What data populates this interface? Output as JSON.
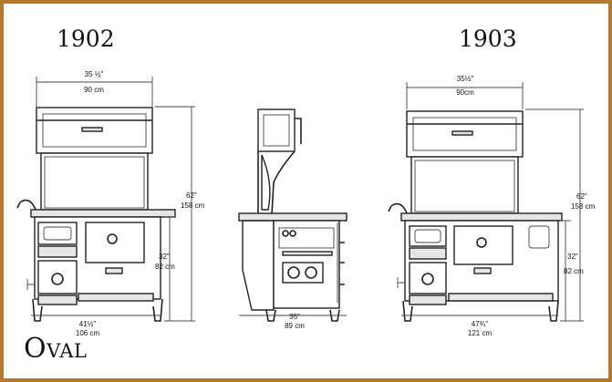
{
  "labels": {
    "year_left": "1902",
    "year_right": "1903",
    "brand_first": "O",
    "brand_rest": "val"
  },
  "dimensions": {
    "left_width_top_in": "35 ½\"",
    "left_width_top_cm": "90 cm",
    "left_height_total_in": "62\"",
    "left_height_total_cm": "158 cm",
    "left_height_body_in": "32\"",
    "left_height_body_cm": "82 cm",
    "left_width_bottom_in": "41½\"",
    "left_width_bottom_cm": "106 cm",
    "side_depth_in": "35\"",
    "side_depth_cm": "89 cm",
    "right_width_top_in": "35½\"",
    "right_width_top_cm": "90cm",
    "right_height_total_in": "62\"",
    "right_height_total_cm": "158 cm",
    "right_height_body_in": "32\"",
    "right_height_body_cm": "82 cm",
    "right_width_bottom_in": "47¾\"",
    "right_width_bottom_cm": "121 cm"
  },
  "colors": {
    "frame": "#b5782e",
    "line": "#222222"
  }
}
